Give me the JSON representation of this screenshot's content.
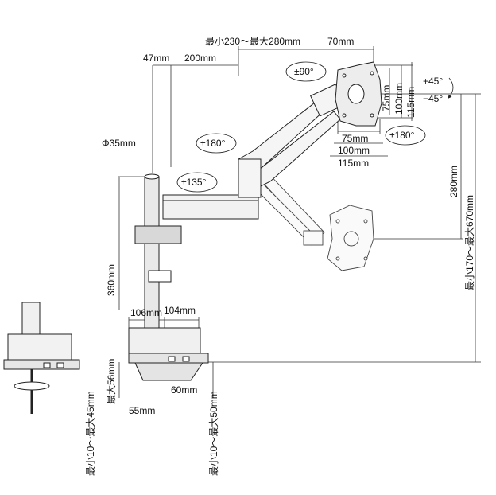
{
  "dims": {
    "top_range": "最小230～最大280mm",
    "w70": "70mm",
    "w47": "47mm",
    "w200": "200mm",
    "diameter": "Φ35mm",
    "h360": "360mm",
    "w106": "106mm",
    "w104": "104mm",
    "h56": "最大56mm",
    "w60": "60mm",
    "w55": "55mm",
    "clamp_left": "最小10～最大45mm",
    "clamp_right": "最小10～最大50mm",
    "v75": "75mm",
    "v100": "100mm",
    "v115": "115mm",
    "h75": "75mm",
    "h100": "100mm",
    "h115": "115mm",
    "h280": "280mm",
    "h_range": "最小170～最大670mm"
  },
  "rotations": {
    "r90": "±90°",
    "r180_arm": "±180°",
    "r135": "±135°",
    "r180_head": "±180°",
    "tilt_up": "+45°",
    "tilt_down": "−45°"
  }
}
